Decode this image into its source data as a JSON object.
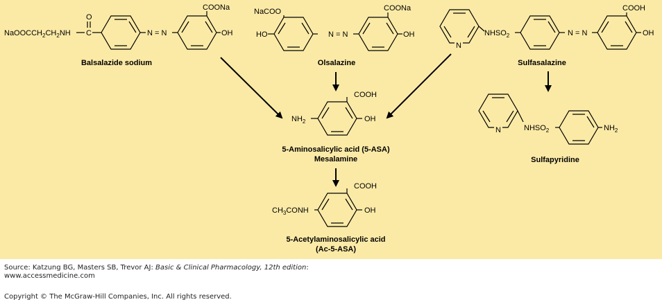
{
  "compounds": {
    "balsalazide": {
      "name": "Balsalazide sodium",
      "group_left": "NaOOCCH",
      "group_left_sub": "2",
      "group_left_end": "CH",
      "group_left_sub2": "2",
      "group_left_tail": "NH",
      "carbonyl_o": "O",
      "carbonyl_c": "C",
      "azo": "N = N",
      "coona": "COONa",
      "oh": "OH"
    },
    "olsalazine": {
      "name": "Olsalazine",
      "nacoo": "NaCOO",
      "ho": "HO",
      "azo": "N = N",
      "coona": "COONa",
      "oh": "OH"
    },
    "sulfasalazine": {
      "name": "Sulfasalazine",
      "n": "N",
      "nhso": "NHSO",
      "nhso_sub": "2",
      "azo": "N = N",
      "cooh": "COOH",
      "oh": "OH"
    },
    "mesalamine": {
      "name_line1": "5-Aminosalicylic acid (5-ASA)",
      "name_line2": "Mesalamine",
      "nh": "NH",
      "nh_sub": "2",
      "cooh": "COOH",
      "oh": "OH"
    },
    "sulfapyridine": {
      "name": "Sulfapyridine",
      "n": "N",
      "nhso": "NHSO",
      "nhso_sub": "2",
      "nh": "NH",
      "nh_sub": "2"
    },
    "ac5asa": {
      "name_line1": "5-Acetylaminosalicylic acid",
      "name_line2": "(Ac-5-ASA)",
      "ch": "CH",
      "ch_sub": "3",
      "conh": "CONH",
      "cooh": "COOH",
      "oh": "OH"
    }
  },
  "footer": {
    "source_prefix": "Source: Katzung BG, Masters SB, Trevor AJ: ",
    "source_title": "Basic & Clinical Pharmacology, 12th edition",
    "source_suffix": ":",
    "source_url": "www.accessmedicine.com",
    "copyright": "Copyright © The McGraw-Hill Companies, Inc. All rights reserved."
  },
  "colors": {
    "background": "#fbeaa6",
    "ink": "#000000"
  }
}
